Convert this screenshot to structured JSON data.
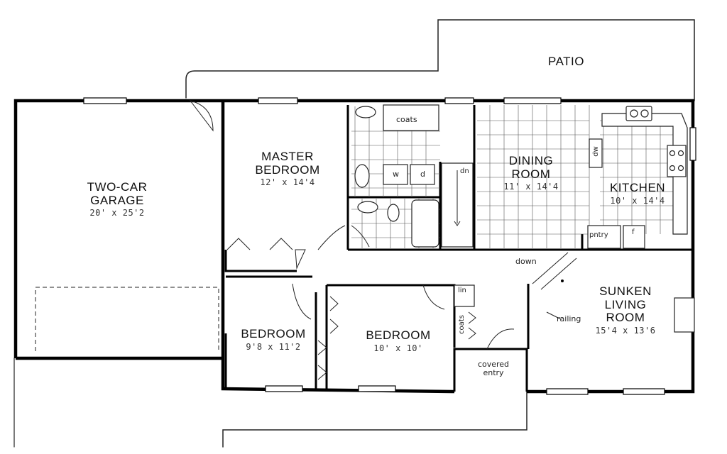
{
  "rooms": {
    "patio": {
      "name": "PATIO"
    },
    "garage": {
      "name_line1": "TWO-CAR",
      "name_line2": "GARAGE",
      "dim": "20' x 25'2"
    },
    "master": {
      "name_line1": "MASTER",
      "name_line2": "BEDROOM",
      "dim": "12' x 14'4"
    },
    "dining": {
      "name_line1": "DINING",
      "name_line2": "ROOM",
      "dim": "11' x 14'4"
    },
    "kitchen": {
      "name": "KITCHEN",
      "dim": "10' x 14'4"
    },
    "bed1": {
      "name": "BEDROOM",
      "dim": "9'8 x 11'2"
    },
    "bed2": {
      "name": "BEDROOM",
      "dim": "10' x 10'"
    },
    "living": {
      "name_line1": "SUNKEN",
      "name_line2": "LIVING",
      "name_line3": "ROOM",
      "dim": "15'4 x 13'6"
    }
  },
  "fixtures": {
    "coats_top": "coats",
    "washer": "w",
    "dryer": "d",
    "stair_dn": "dn",
    "dishwasher": "dw",
    "pantry": "pntry",
    "fridge": "f",
    "down": "down",
    "railing": "railing",
    "linen": "lin",
    "coats_hall": "coats",
    "covered_entry_line1": "covered",
    "covered_entry_line2": "entry"
  }
}
